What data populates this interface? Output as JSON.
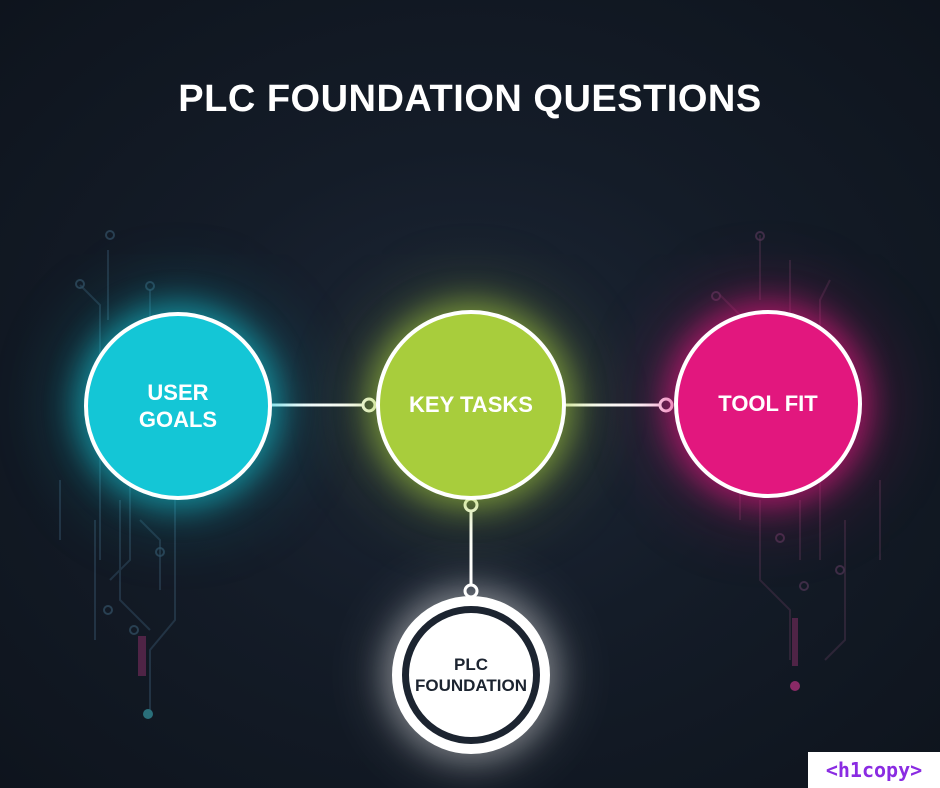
{
  "title": "PLC FOUNDATION QUESTIONS",
  "nodes": {
    "user_goals": "USER\nGOALS",
    "key_tasks": "KEY TASKS",
    "tool_fit": "TOOL FIT",
    "plc_foundation": "PLC\nFOUNDATION"
  },
  "brand": "<h1copy>",
  "colors": {
    "background": "#141c28",
    "user_goals": "#14c6d6",
    "key_tasks": "#a8cd3c",
    "tool_fit": "#e2177e",
    "plc_foundation": "#ffffff",
    "brand_text": "#8a2be2"
  }
}
